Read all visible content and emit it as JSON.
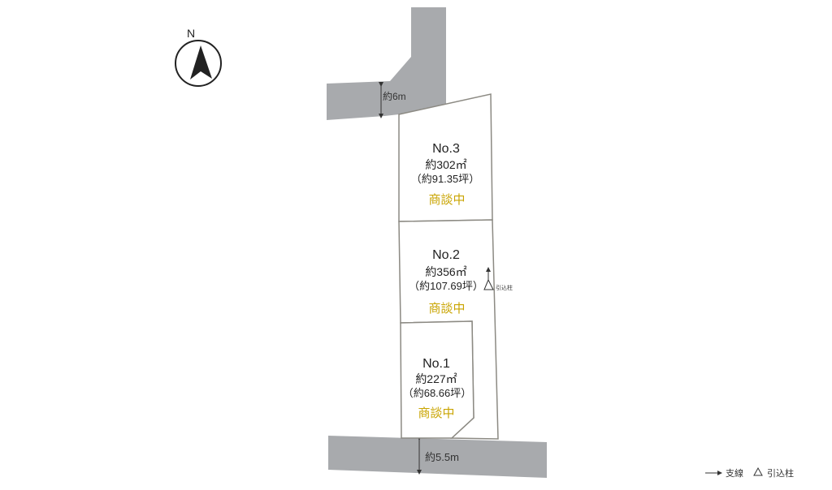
{
  "compass": {
    "label": "N",
    "icon": "north-arrow-icon"
  },
  "colors": {
    "road": "#a8aaad",
    "boundary": "#8c8a83",
    "status": "#c9a400",
    "text": "#222222"
  },
  "roads": {
    "north": {
      "width_label": "約6m"
    },
    "south": {
      "width_label": "約5.5m"
    }
  },
  "lots": [
    {
      "id": "lot-3",
      "no": "No.3",
      "area": "約302㎡",
      "tsubo": "（約91.35坪）",
      "status": "商談中"
    },
    {
      "id": "lot-2",
      "no": "No.2",
      "area": "約356㎡",
      "tsubo": "（約107.69坪）",
      "status": "商談中"
    },
    {
      "id": "lot-1",
      "no": "No.1",
      "area": "約227㎡",
      "tsubo": "（約68.66坪）",
      "status": "商談中"
    }
  ],
  "pole_note": "引込柱",
  "legend": {
    "items": [
      {
        "icon": "arrow-line-icon",
        "label": "支線"
      },
      {
        "icon": "triangle-icon",
        "label": "引込柱"
      }
    ]
  }
}
